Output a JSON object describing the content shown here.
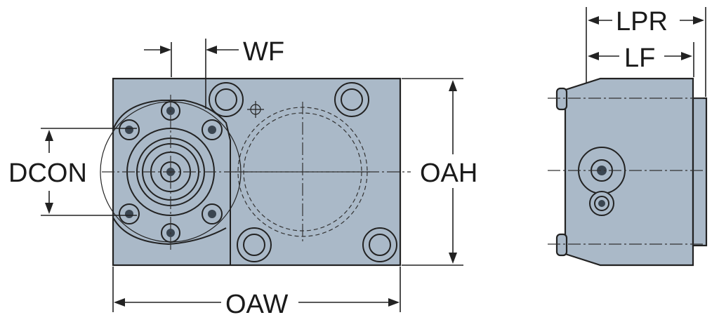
{
  "labels": {
    "wf": "WF",
    "dcon": "DCON",
    "oah": "OAH",
    "oaw": "OAW",
    "lpr": "LPR",
    "lf": "LF"
  },
  "colors": {
    "body": "#aab9c8",
    "line": "#222222",
    "background": "#ffffff"
  }
}
